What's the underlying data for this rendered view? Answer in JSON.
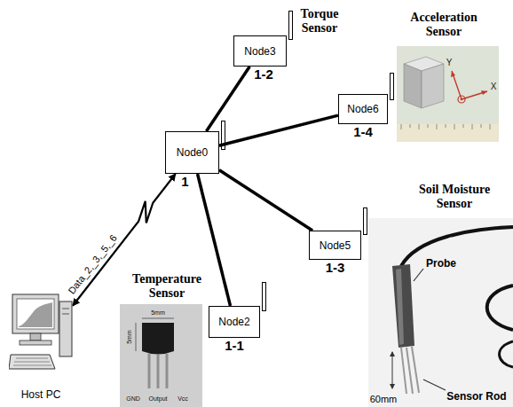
{
  "diagram": {
    "nodes": [
      {
        "text": [
          "Node3",
          "1-2"
        ]
      },
      {
        "text": [
          "Node6",
          "1-4"
        ]
      },
      {
        "text": [
          "Node0",
          "1"
        ]
      },
      {
        "text": [
          "Node5",
          "1-3"
        ]
      },
      {
        "text": [
          "Node2",
          "1-1"
        ]
      },
      {
        "text": [
          "Host PC"
        ]
      }
    ],
    "edges": [
      {
        "from": 2,
        "to": 0,
        "arrow": "none"
      },
      {
        "from": 2,
        "to": 1,
        "arrow": "none"
      },
      {
        "from": 2,
        "to": 3,
        "arrow": "none"
      },
      {
        "from": 2,
        "to": 4,
        "arrow": "none"
      },
      {
        "from": 5,
        "to": 2,
        "arrow": "both",
        "label": "Data_2,_3,_5,_6"
      }
    ],
    "labels": [
      "Torque Sensor",
      "Acceleration Sensor",
      "Y",
      "X",
      "Soil Moisture Sensor",
      "Probe",
      "60mm",
      "Sensor Rod",
      "Temperature Sensor",
      "5mm",
      "5mm",
      "GND",
      "Output",
      "Vcc"
    ]
  }
}
